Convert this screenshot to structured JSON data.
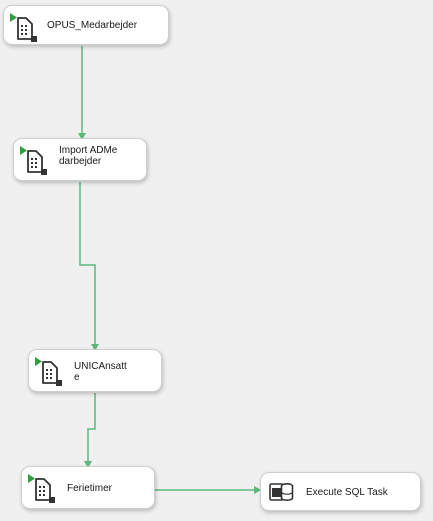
{
  "canvas": {
    "background": "#f0f0f0",
    "connector_color": "#5cb87a"
  },
  "tasks": {
    "opus": {
      "label": "OPUS_Medarbejder",
      "icon": "data-flow-task-icon"
    },
    "import": {
      "label": "Import ADMedarbejder",
      "icon": "data-flow-task-icon"
    },
    "unic": {
      "label": "UNICAnsatte",
      "icon": "data-flow-task-icon"
    },
    "ferie": {
      "label": "Ferietimer",
      "icon": "data-flow-task-icon"
    },
    "sql": {
      "label": "Execute SQL Task",
      "icon": "execute-sql-task-icon"
    }
  }
}
